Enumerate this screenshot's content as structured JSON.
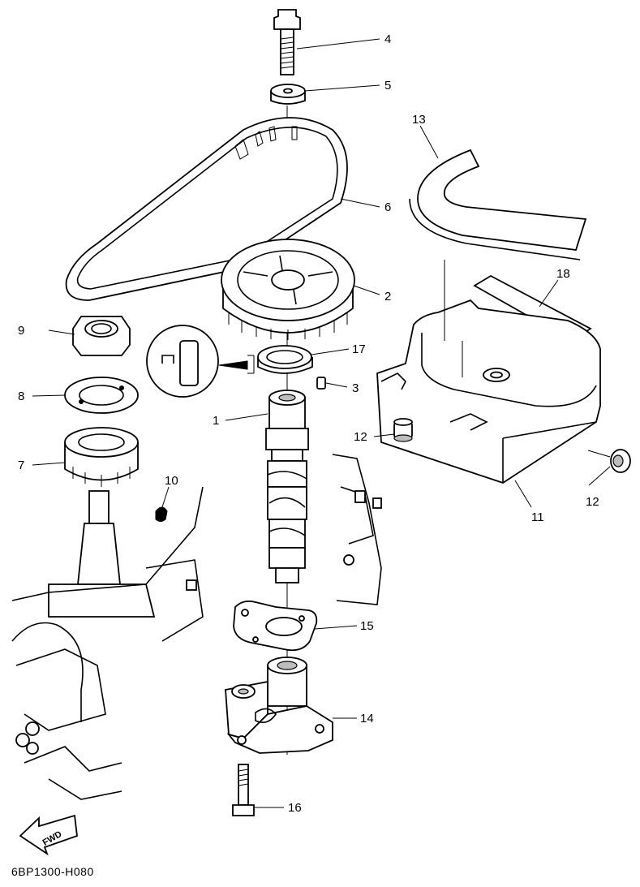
{
  "diagram": {
    "code": "6BP1300-H080",
    "fwd_label": "FWD",
    "callouts": [
      {
        "id": "c4",
        "label": "4"
      },
      {
        "id": "c5",
        "label": "5"
      },
      {
        "id": "c13",
        "label": "13"
      },
      {
        "id": "c6",
        "label": "6"
      },
      {
        "id": "c18",
        "label": "18"
      },
      {
        "id": "c2",
        "label": "2"
      },
      {
        "id": "c9",
        "label": "9"
      },
      {
        "id": "c17",
        "label": "17"
      },
      {
        "id": "c3",
        "label": "3"
      },
      {
        "id": "c8",
        "label": "8"
      },
      {
        "id": "c1",
        "label": "1"
      },
      {
        "id": "c12a",
        "label": "12"
      },
      {
        "id": "c7",
        "label": "7"
      },
      {
        "id": "c12b",
        "label": "12"
      },
      {
        "id": "c10",
        "label": "10"
      },
      {
        "id": "c11",
        "label": "11"
      },
      {
        "id": "c15",
        "label": "15"
      },
      {
        "id": "c14",
        "label": "14"
      },
      {
        "id": "c16",
        "label": "16"
      }
    ]
  }
}
